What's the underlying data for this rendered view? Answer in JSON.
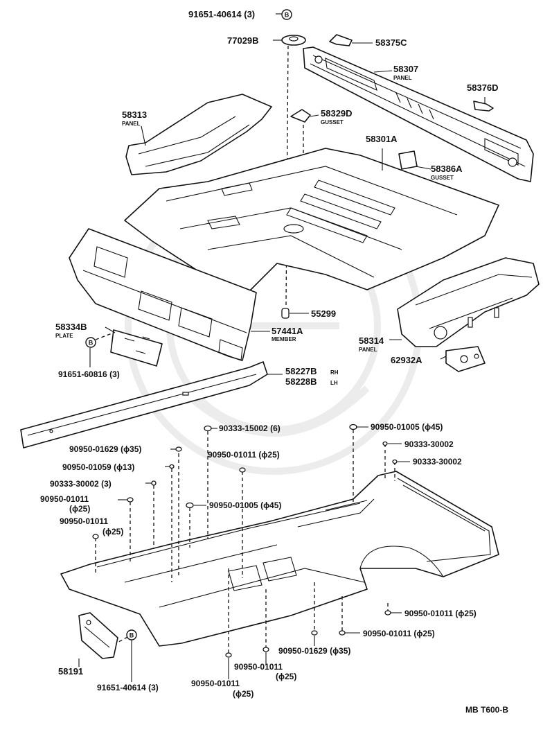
{
  "labels": {
    "bolt_top": "91651-40614 (3)",
    "pad_77029b": "77029B",
    "p58375c": "58375C",
    "p58307": "58307",
    "p58307_sub": "PANEL",
    "p58376d": "58376D",
    "p58313": "58313",
    "p58313_sub": "PANEL",
    "p58329d": "58329D",
    "p58329d_sub": "GUSSET",
    "p58301a": "58301A",
    "p58386a": "58386A",
    "p58386a_sub": "GUSSET",
    "p55299": "55299",
    "p58334b": "58334B",
    "p58334b_sub": "PLATE",
    "p57441a": "57441A",
    "p57441a_sub": "MEMBER",
    "p58314": "58314",
    "p58314_sub": "PANEL",
    "p62932a": "62932A",
    "bolt_left": "91651-60816 (3)",
    "p58227b": "58227B",
    "p58227b_side": "RH",
    "p58228b": "58228B",
    "p58228b_side": "LH",
    "plug_15002": "90333-15002 (6)",
    "plug_01005_top": "90950-01005 (ϕ45)",
    "plug_30002_a": "90333-30002",
    "plug_30002_b": "90333-30002",
    "plug_01629_a": "90950-01629 (ϕ35)",
    "plug_01059": "90950-01059 (ϕ13)",
    "plug_01011_a": "90950-01011 (ϕ25)",
    "plug_30002_c": "90333-30002 (3)",
    "plug_01011_b": "90950-01011",
    "plug_01011_b_size": "(ϕ25)",
    "plug_01005_mid": "90950-01005 (ϕ45)",
    "plug_01011_c": "90950-01011",
    "plug_01011_c_size": "(ϕ25)",
    "plug_01011_d": "90950-01011 (ϕ25)",
    "plug_01011_e": "90950-01011 (ϕ25)",
    "plug_01629_b": "90950-01629 (ϕ35)",
    "plug_01011_f": "90950-01011",
    "plug_01011_f_size": "(ϕ25)",
    "plug_01011_g": "90950-01011",
    "plug_01011_g_size": "(ϕ25)",
    "p58191": "58191",
    "bolt_bottom": "91651-40614 (3)",
    "bolt_marker": "B",
    "diagram_ref": "MB T600-B"
  }
}
